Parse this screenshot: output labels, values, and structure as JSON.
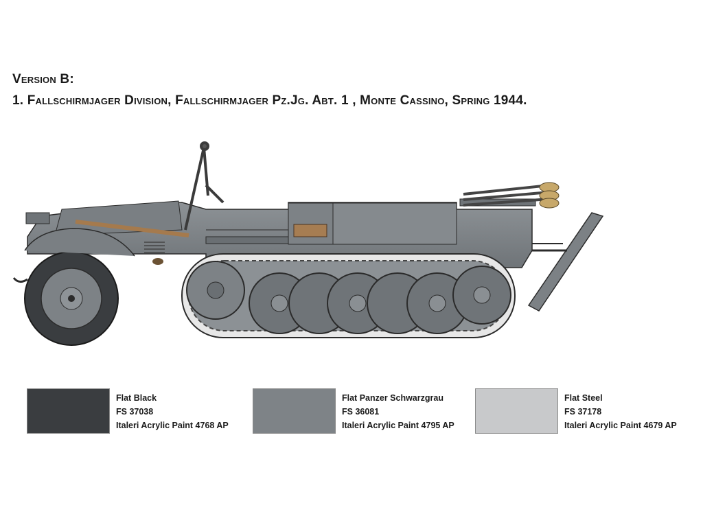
{
  "header": {
    "version": "Version B:",
    "description": "1. Fallschirmjager Division,  Fallschirmjager Pz.Jg. Abt. 1 , Monte Cassino,  Spring 1944."
  },
  "vehicle": {
    "icon": "halftrack-illustration"
  },
  "paints": [
    {
      "name": "Flat Black",
      "fs": "FS 37038",
      "product": "Italeri Acrylic Paint 4768 AP",
      "color": "#3a3d40"
    },
    {
      "name": "Flat Panzer Schwarzgrau",
      "fs": "FS 36081",
      "product": "Italeri Acrylic Paint 4795 AP",
      "color": "#7e8387"
    },
    {
      "name": "Flat Steel",
      "fs": "FS 37178",
      "product": "Italeri Acrylic Paint 4679 AP",
      "color": "#c8c9cb"
    }
  ]
}
